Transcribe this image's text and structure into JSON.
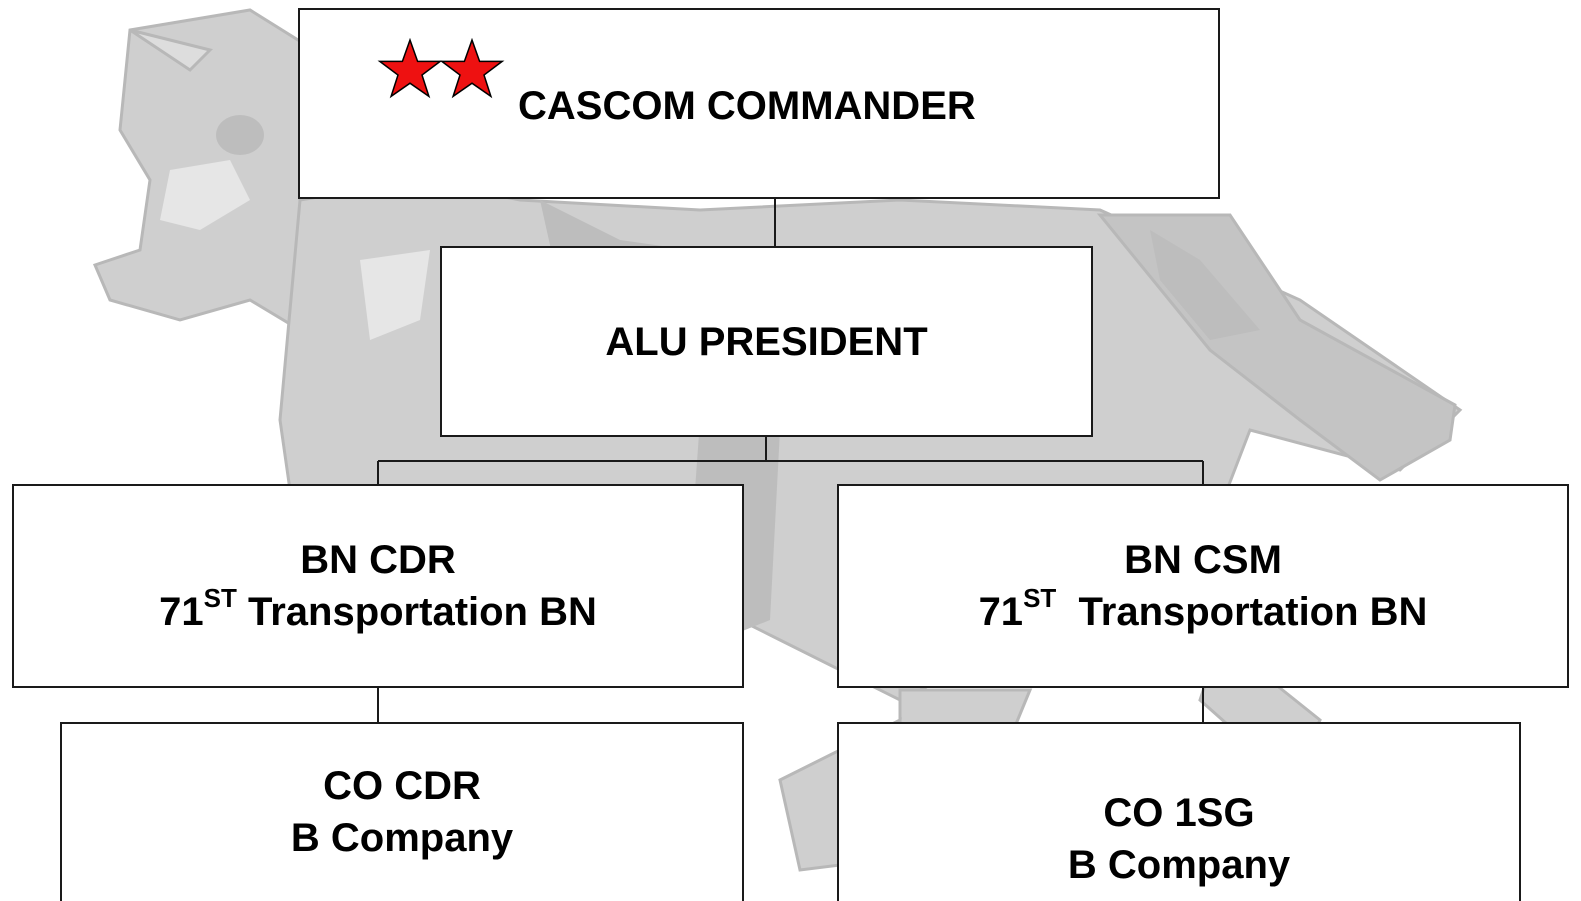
{
  "org_chart": {
    "commander": {
      "title": "CASCOM COMMANDER",
      "rank_insignia": "two-stars",
      "star_color": "#ee1111"
    },
    "alu_president": {
      "title": "ALU PRESIDENT"
    },
    "bn_cdr": {
      "line1": "BN CDR",
      "unit_number": "71",
      "unit_suffix": "ST",
      "unit_name": "Transportation BN"
    },
    "bn_csm": {
      "line1": "BN CSM",
      "unit_number": "71",
      "unit_suffix": "ST",
      "unit_name": "Transportation BN"
    },
    "co_cdr": {
      "line1": "CO CDR",
      "line2": "B Company"
    },
    "co_1sg": {
      "line1": "CO 1SG",
      "line2": "B Company"
    }
  },
  "background": {
    "watermark": "horse-watermark",
    "watermark_color": "#c8c8c8"
  }
}
